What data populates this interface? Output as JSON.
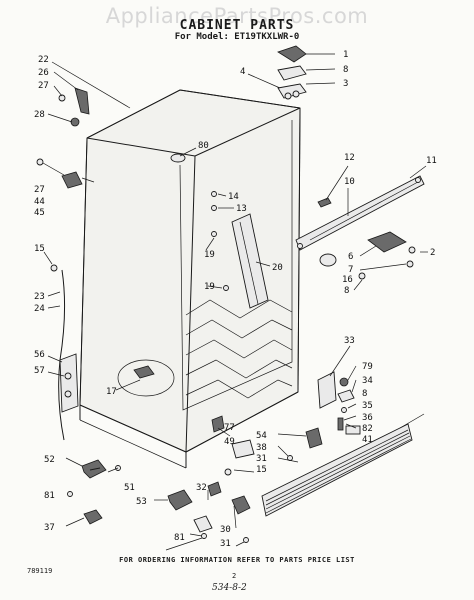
{
  "watermark": "AppliancePartsPros.com",
  "title": "CABINET PARTS",
  "subtitle": "For Model: ET19TKXLWR-0",
  "footer": "FOR ORDERING INFORMATION REFER TO PARTS PRICE LIST",
  "doc_code": "789119",
  "page_number": "2",
  "handwritten_note": "534-8-2",
  "callouts": {
    "c1": "1",
    "c8a": "8",
    "c3": "3",
    "c4": "4",
    "c22": "22",
    "c26": "26",
    "c27a": "27",
    "c28": "28",
    "c80": "80",
    "c12": "12",
    "c11": "11",
    "c10": "10",
    "c27b": "27",
    "c44": "44",
    "c45": "45",
    "c14": "14",
    "c13": "13",
    "c19a": "19",
    "c20": "20",
    "c19b": "19",
    "c6": "6",
    "c7": "7",
    "c16": "16",
    "c8b": "8",
    "c2": "2",
    "c15a": "15",
    "c23": "23",
    "c24": "24",
    "c56": "56",
    "c57": "57",
    "c17": "17",
    "c33": "33",
    "c79": "79",
    "c34": "34",
    "c8c": "8",
    "c35": "35",
    "c36": "36",
    "c82": "82",
    "c41": "41",
    "c77": "77",
    "c49": "49",
    "c54": "54",
    "c38": "38",
    "c31a": "31",
    "c15b": "15",
    "c52": "52",
    "c51": "51",
    "c81a": "81",
    "c53": "53",
    "c32": "32",
    "c37": "37",
    "c81b": "81",
    "c30": "30",
    "c31b": "31"
  }
}
